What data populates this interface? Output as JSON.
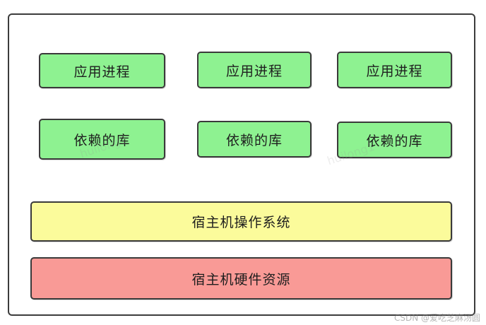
{
  "diagram": {
    "app_processes": [
      "应用进程",
      "应用进程",
      "应用进程"
    ],
    "libraries": [
      "依赖的库",
      "依赖的库",
      "依赖的库"
    ],
    "host_os": "宿主机操作系统",
    "host_hardware": "宿主机硬件资源"
  },
  "watermarks": [
    "huilong1",
    "huilong1"
  ],
  "credit": "CSDN @爱吃芝麻汤圆",
  "colors": {
    "app_process_fill": "#8ef291",
    "library_fill": "#8ef291",
    "os_fill": "#fbfb9b",
    "hardware_fill": "#f99a96",
    "border": "#3a3a3a"
  }
}
